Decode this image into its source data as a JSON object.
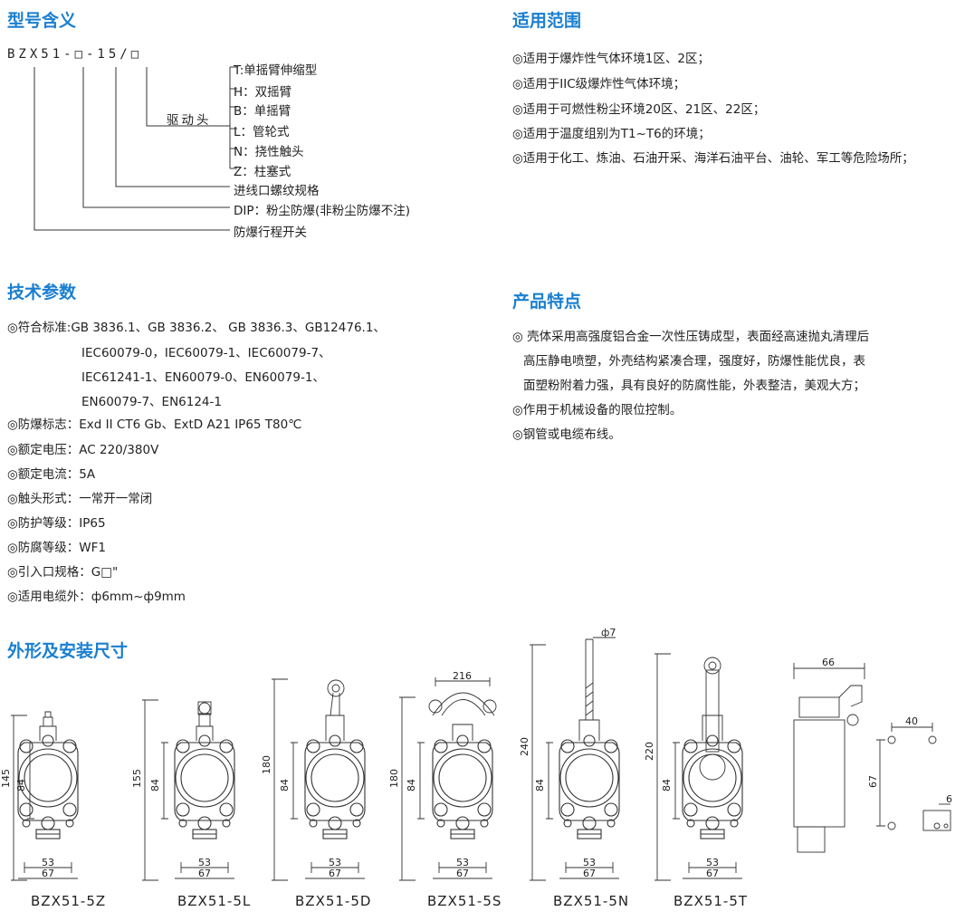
{
  "model_section": {
    "heading": "型号含义",
    "code_text": "BZX51-□-15/□",
    "drive_label": "驱动头",
    "drive_options": [
      "T:单摇臂伸缩型",
      "H：双摇臂",
      "B：单摇臂",
      "L：管轮式",
      "N：挠性触头",
      "Z：柱塞式"
    ],
    "thread_label": "进线口螺纹规格",
    "dip_label": "DIP：粉尘防爆(非粉尘防爆不注)",
    "product_label": "防爆行程开关"
  },
  "scope_section": {
    "heading": "适用范围",
    "items": [
      "◎适用于爆炸性气体环境1区、2区；",
      "◎适用于IIC级爆炸性气体环境；",
      "◎适用于可燃性粉尘环境20区、21区、22区；",
      "◎适用于温度组别为T1~T6的环境；",
      "◎适用于化工、炼油、石油开采、海洋石油平台、油轮、军工等危险场所；"
    ]
  },
  "tech_section": {
    "heading": "技术参数",
    "standards_first": "◎符合标准:GB 3836.1、GB 3836.2、 GB 3836.3、GB12476.1、",
    "standards_cont": [
      "IEC60079-0，IEC60079-1、IEC60079-7、",
      "IEC61241-1、EN60079-0、EN60079-1、",
      "EN60079-7、EN6124-1"
    ],
    "items": [
      "◎防爆标志：Exd II CT6 Gb、ExtD A21 IP65 T80℃",
      "◎额定电压：AC 220/380V",
      "◎额定电流：5A",
      "◎触头形式：一常开一常闭",
      "◎防护等级：IP65",
      "◎防腐等级：WF1",
      "◎引入口规格：G□\"",
      "◎适用电缆外：ф6mm~ф9mm"
    ]
  },
  "feature_section": {
    "heading": "产品特点",
    "lines": [
      "◎ 壳体采用高强度铝合金一次性压铸成型，表面经高速抛丸清理后",
      "高压静电喷塑，外壳结构紧凑合理，强度好，防爆性能优良，表",
      "面塑粉附着力强，具有良好的防腐性能，外表整洁，美观大方；",
      "◎作用于机械设备的限位控制。",
      "◎钢管或电缆布线。"
    ]
  },
  "dimension_section": {
    "heading": "外形及安装尺寸",
    "width_inner": "53",
    "width_outer": "67",
    "body_height": "84",
    "models": [
      {
        "caption": "BZX51-5Z",
        "height": "145"
      },
      {
        "caption": "BZX51-5L",
        "height": "155"
      },
      {
        "caption": "BZX51-5D",
        "height": "180"
      },
      {
        "caption": "BZX51-5S",
        "height": "180",
        "top": "216"
      },
      {
        "caption": "BZX51-5N",
        "height": "240",
        "top": "ф7"
      },
      {
        "caption": "BZX51-5T",
        "height": "220"
      }
    ],
    "side_width": "66",
    "mount_w": "40",
    "mount_h": "67",
    "mount_small": "6"
  },
  "colors": {
    "heading": "#1a7fd0",
    "line": "#333333"
  }
}
